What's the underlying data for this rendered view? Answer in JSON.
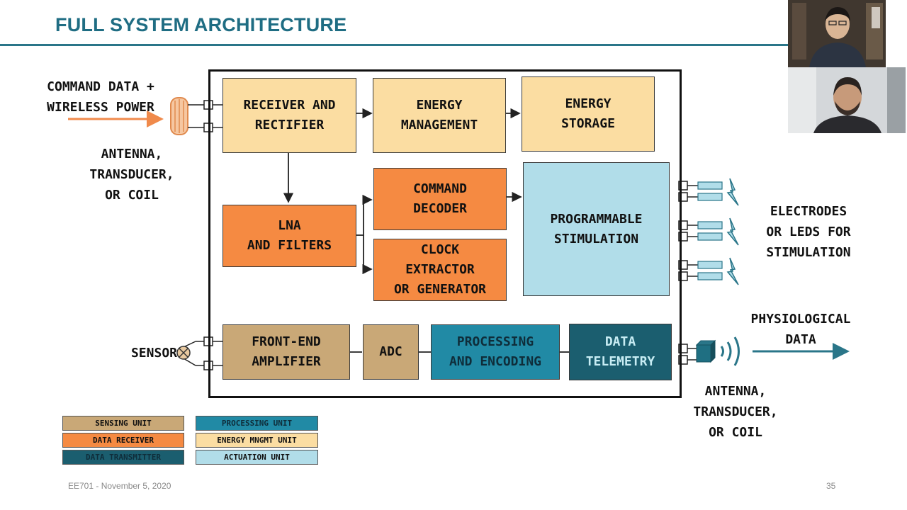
{
  "slide": {
    "title": "FULL SYSTEM ARCHITECTURE",
    "footer_left": "EE701 - November 5, 2020",
    "page_number": "35"
  },
  "labels": {
    "command_data": "COMMAND DATA +\nWIRELESS POWER",
    "antenna_top": "ANTENNA,\nTRANSDUCER,\nOR COIL",
    "sensor": "SENSOR",
    "electrodes": "ELECTRODES\nOR LEDS FOR\nSTIMULATION",
    "physiological": "PHYSIOLOGICAL\nDATA",
    "antenna_bottom": "ANTENNA,\nTRANSDUCER,\nOR COIL"
  },
  "blocks": {
    "receiver": "RECEIVER AND\nRECTIFIER",
    "energy_management": "ENERGY\nMANAGEMENT",
    "energy_storage": "ENERGY\nSTORAGE",
    "lna": "LNA\nAND FILTERS",
    "command_decoder": "COMMAND\nDECODER",
    "clock": "CLOCK\nEXTRACTOR\nOR GENERATOR",
    "stimulation": "PROGRAMMABLE\nSTIMULATION",
    "front_end": "FRONT-END\nAMPLIFIER",
    "adc": "ADC",
    "processing": "PROCESSING\nAND ENCODING",
    "telemetry": "DATA\nTELEMETRY"
  },
  "legend": {
    "sensing": "SENSING UNIT",
    "data_receiver": "DATA RECEIVER",
    "data_transmitter": "DATA TRANSMITTER",
    "processing": "PROCESSING UNIT",
    "energy": "ENERGY MNGMT UNIT",
    "actuation": "ACTUATION UNIT"
  },
  "colors": {
    "title": "#1f6d83",
    "energy_unit": "#fbdda2",
    "data_receiver": "#f58a42",
    "actuation_unit": "#b1dde9",
    "sensing_unit": "#c9a877",
    "processing_unit": "#218aa5",
    "data_transmitter": "#1b5e6f",
    "input_arrow": "#f08a4b",
    "output_arrow": "#2a7689"
  },
  "icons": {
    "antenna_input": "coil-antenna-icon",
    "sensor": "sensor-icon",
    "electrodes": "lightning-icon",
    "transmitter": "wireless-waves-icon"
  }
}
